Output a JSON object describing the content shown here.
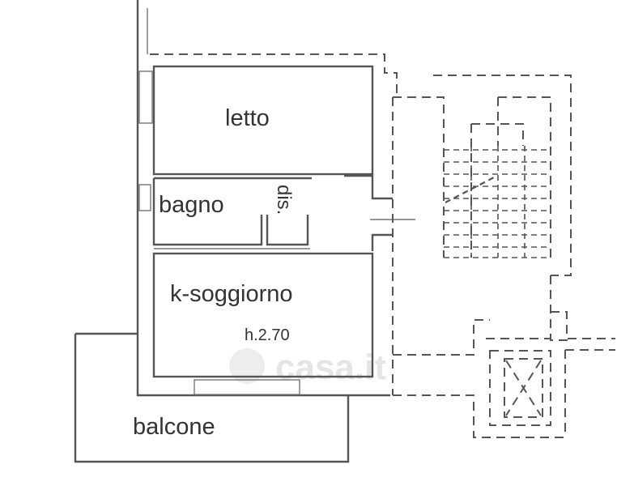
{
  "rooms": {
    "letto": "letto",
    "bagno": "bagno",
    "dis": "dis.",
    "soggiorno": "k-soggiorno",
    "height": "h.2.70",
    "balcone": "balcone"
  },
  "watermark": "casa.it"
}
